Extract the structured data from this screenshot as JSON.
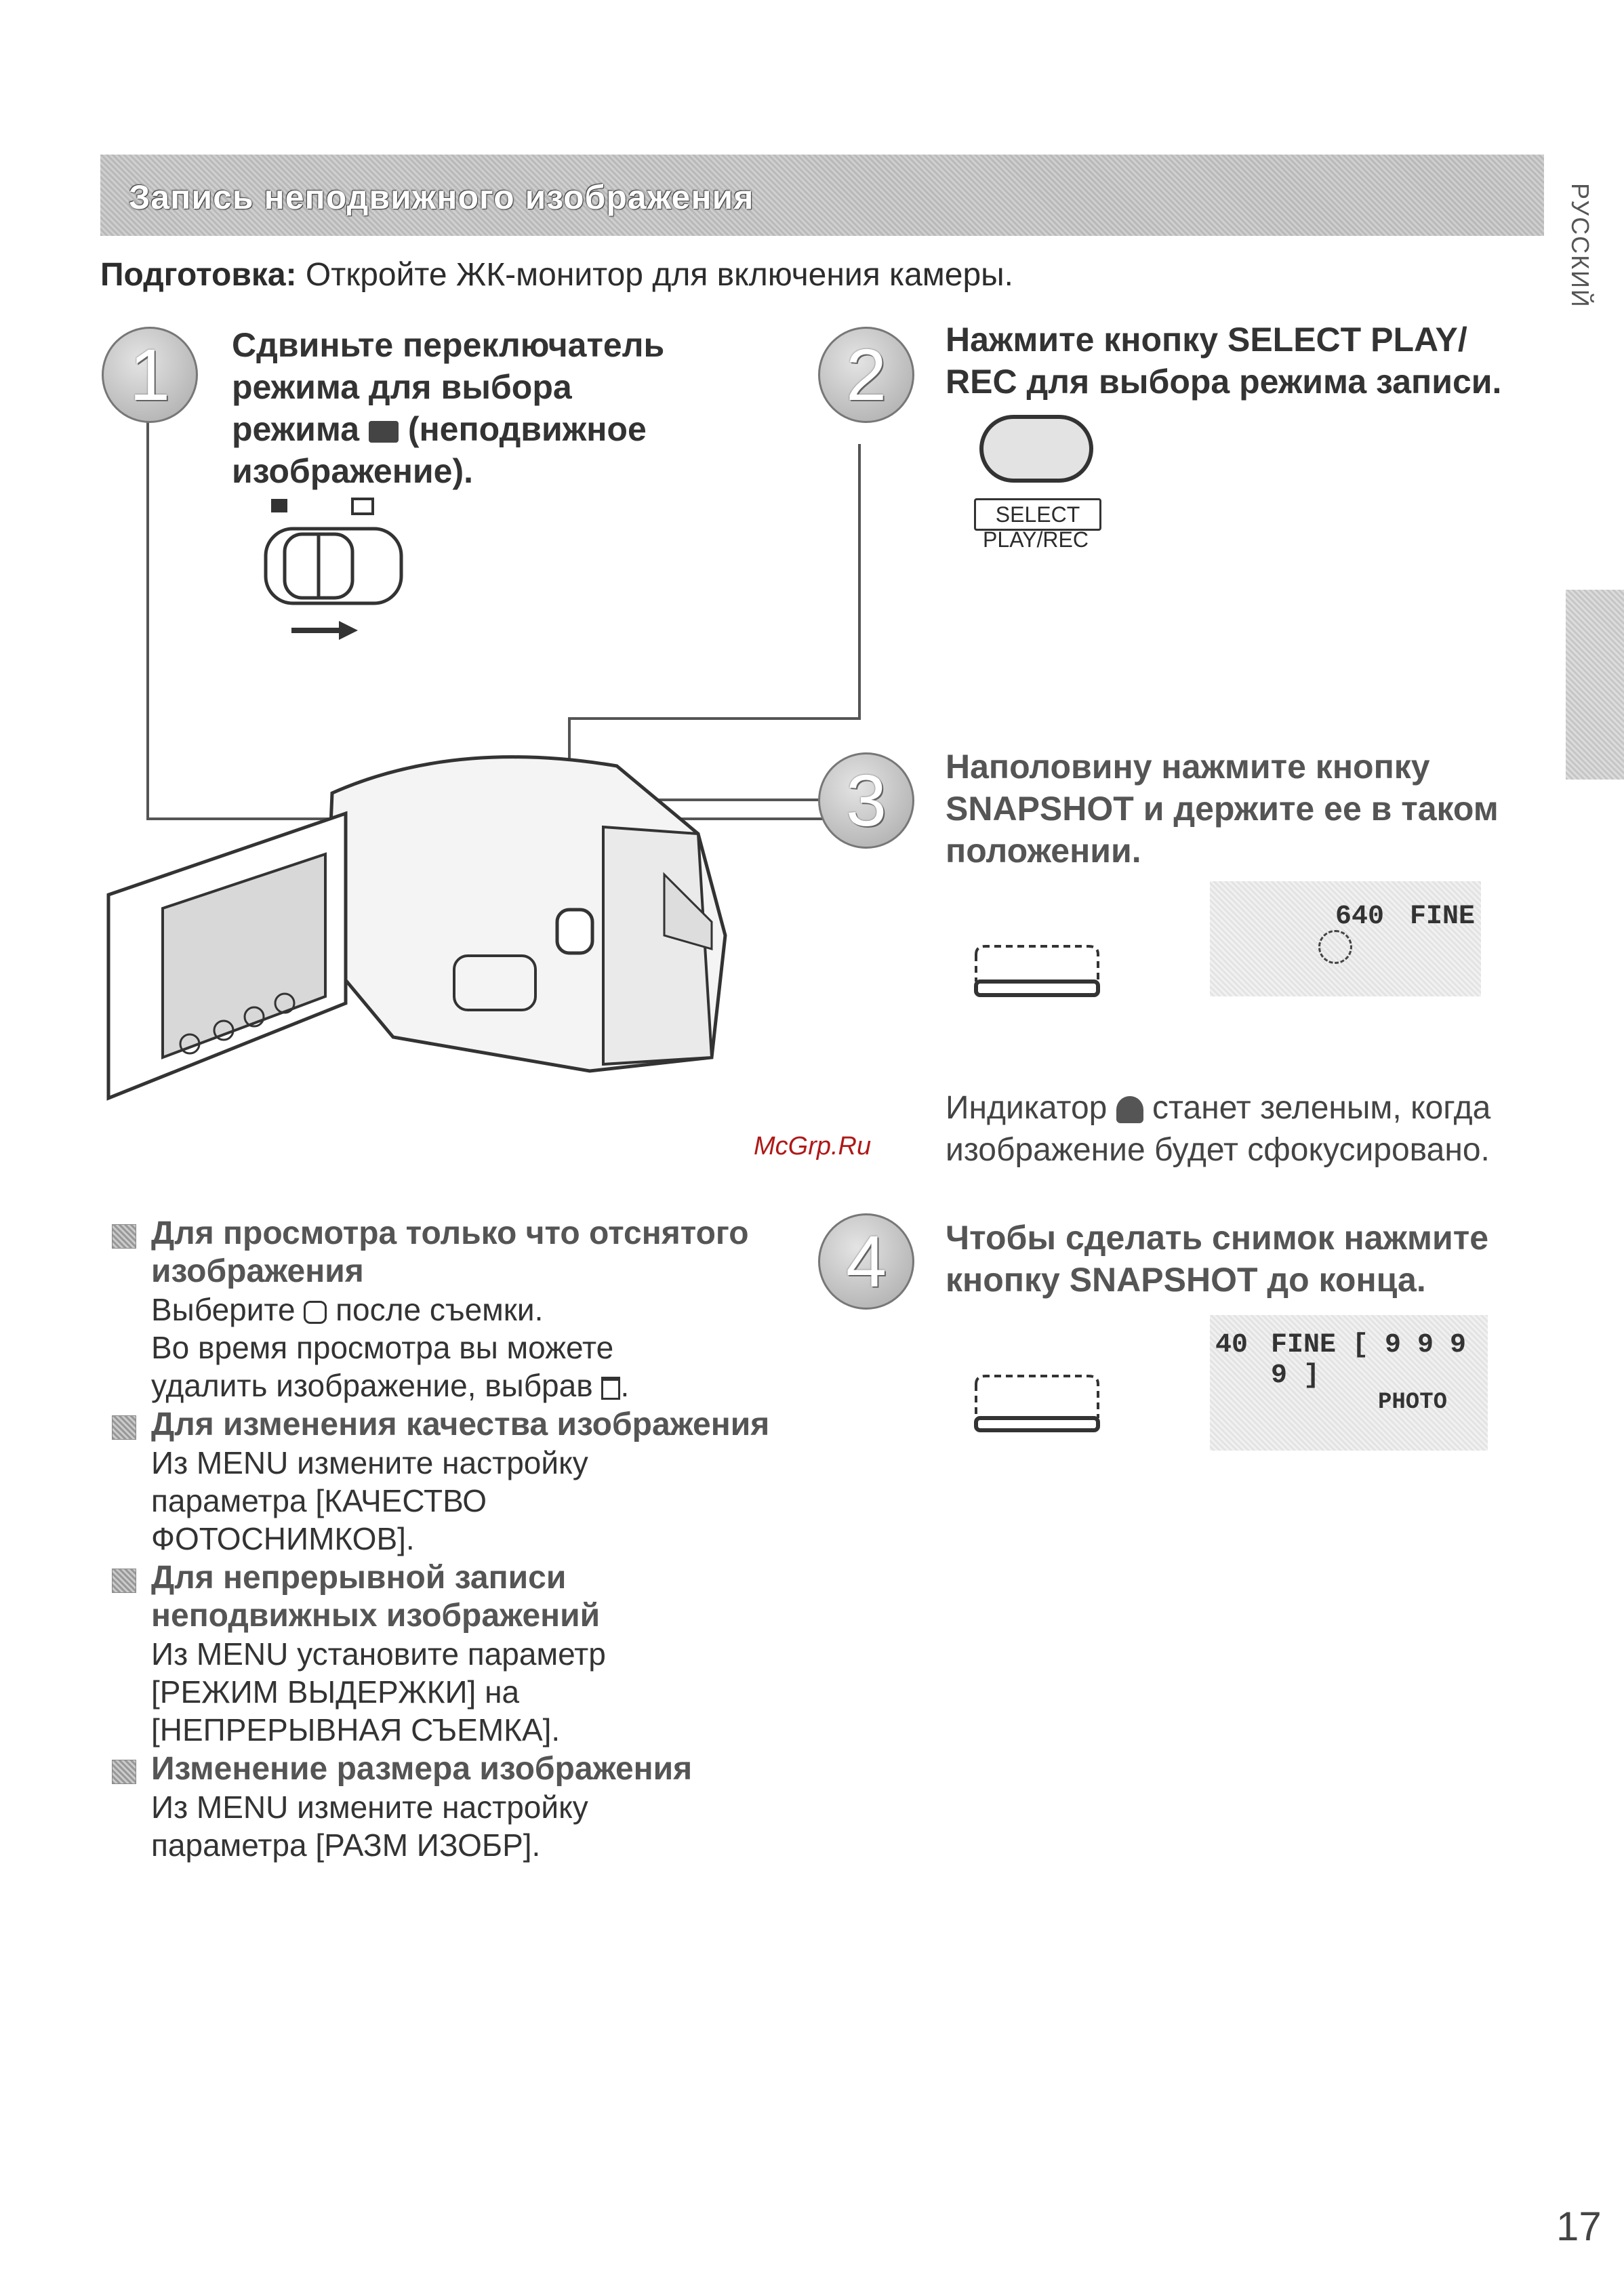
{
  "header": {
    "title": "Запись неподвижного изображения",
    "side_language": "РУССКИЙ",
    "prep_label": "Подготовка:",
    "prep_text": " Откройте ЖК-монитор для включения камеры."
  },
  "steps": [
    {
      "number": "1",
      "lines": [
        "Сдвиньте переключатель",
        "режима для выбора",
        "режима",
        "(неподвижное",
        "изображение)."
      ]
    },
    {
      "number": "2",
      "lines": [
        "Нажмите кнопку SELECT PLAY/",
        "REC для выбора режима записи."
      ],
      "button_label_top": "SELECT",
      "button_label_bottom": "PLAY/REC"
    },
    {
      "number": "3",
      "lines": [
        "Наполовину нажмите кнопку",
        "SNAPSHOT и держите ее в таком",
        "положении."
      ],
      "lcd": [
        "640",
        "FINE"
      ],
      "note_lines": [
        "Индикатор",
        "станет зеленым, когда",
        "изображение будет сфокусировано."
      ]
    },
    {
      "number": "4",
      "lines": [
        "Чтобы сделать снимок нажмите",
        "кнопку SNAPSHOT до конца."
      ],
      "lcd": [
        "40",
        "FINE [ 9 9 9 9 ]",
        "PHOTO"
      ]
    }
  ],
  "watermark": "McGrp.Ru",
  "tips": [
    {
      "title": "Для просмотра только что отснятого изображения",
      "lines": [
        "Выберите",
        "после съемки.",
        "Во время просмотра вы можете",
        "удалить изображение, выбрав"
      ]
    },
    {
      "title": "Для изменения качества изображения",
      "lines": [
        "Из MENU измените настройку",
        "параметра [КАЧЕСТВО",
        "ФОТОСНИМКОВ]."
      ]
    },
    {
      "title": "Для непрерывной записи неподвижных изображений",
      "lines": [
        "Из MENU установите параметр",
        "[РЕЖИМ ВЫДЕРЖКИ] на",
        "[НЕПРЕРЫВНАЯ СЪЕМКА]."
      ]
    },
    {
      "title": "Изменение размера изображения",
      "lines": [
        "Из MENU измените настройку",
        "параметра [РАЗМ ИЗОБР]."
      ]
    }
  ],
  "page_number": "17"
}
